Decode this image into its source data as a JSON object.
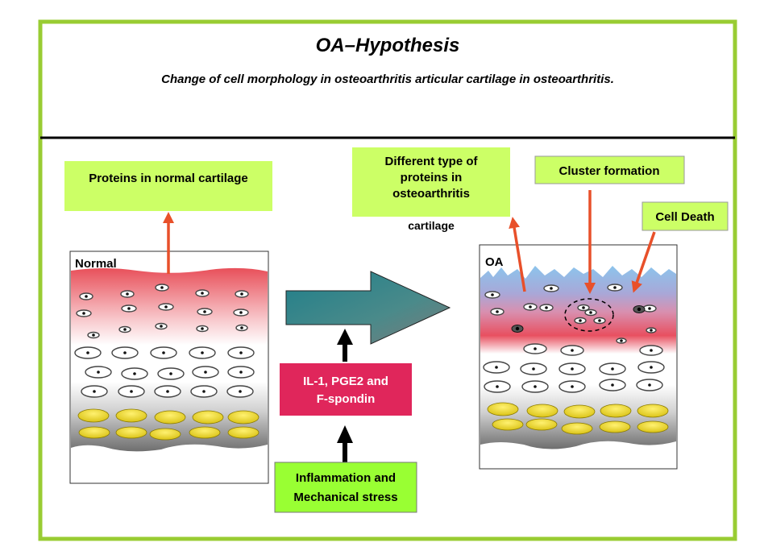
{
  "title": "OA–Hypothesis",
  "subtitle": "Change of cell morphology in osteoarthritis articular cartilage in osteoarthritis.",
  "normal": {
    "panel_label": "Normal",
    "protein_label": "Proteins in normal cartilage"
  },
  "oa": {
    "panel_label": "OA",
    "protein_label": [
      "Different type of",
      "proteins in",
      "osteoarthritis",
      "cartilage"
    ],
    "cluster_label": "Cluster formation",
    "death_label": "Cell Death"
  },
  "mediators": [
    "IL-1, PGE2 and",
    "F-spondin"
  ],
  "causes": [
    "Inflammation and",
    "Mechanical stress"
  ],
  "colors": {
    "frame": "#99cc33",
    "label_box": "#ccff66",
    "mediator_box": "#e0265b",
    "cause_box": "#99ff33",
    "arrow_red": "#e8502a",
    "arrow_big": "#3a8a8c",
    "cell_yellow": "#e8d21c",
    "oa_blue": "#8cc4ec"
  }
}
